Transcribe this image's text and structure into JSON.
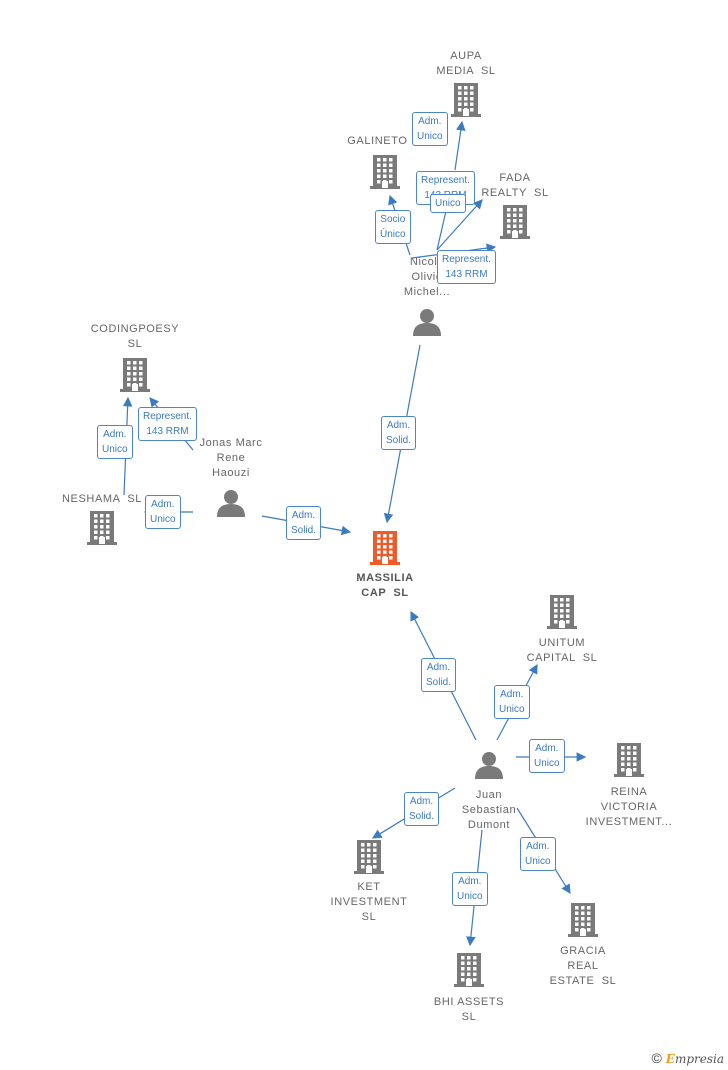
{
  "colors": {
    "edge": "#3b7bbf",
    "building": "#7a7a7a",
    "building_main": "#f05a28",
    "person": "#7a7a7a"
  },
  "nodes": [
    {
      "id": "massilia",
      "type": "building",
      "main": true,
      "label": "MASSILIA\nCAP  SL"
    },
    {
      "id": "aupa",
      "type": "building",
      "label": "AUPA\nMEDIA  SL"
    },
    {
      "id": "galineto",
      "type": "building",
      "label": "GALINETO  S"
    },
    {
      "id": "fada",
      "type": "building",
      "label": "FADA\nREALTY  SL"
    },
    {
      "id": "nicolas",
      "type": "person",
      "label": "Nicola\nOlivie\nMichel..."
    },
    {
      "id": "codingpoesy",
      "type": "building",
      "label": "CODINGPOESY\nSL"
    },
    {
      "id": "neshama",
      "type": "building",
      "label": "NESHAMA  SL"
    },
    {
      "id": "jonas",
      "type": "person",
      "label": "Jonas Marc\nRene\nHaouzi"
    },
    {
      "id": "unitum",
      "type": "building",
      "label": "UNITUM\nCAPITAL  SL"
    },
    {
      "id": "reina",
      "type": "building",
      "label": "REINA\nVICTORIA\nINVESTMENT..."
    },
    {
      "id": "juan",
      "type": "person",
      "label": "Juan\nSebastian\nDumont"
    },
    {
      "id": "ket",
      "type": "building",
      "label": "KET\nINVESTMENT\nSL"
    },
    {
      "id": "bhi",
      "type": "building",
      "label": "BHI ASSETS\nSL"
    },
    {
      "id": "gracia",
      "type": "building",
      "label": "GRACIA\nREAL\nESTATE  SL"
    }
  ],
  "roles": [
    {
      "id": "r1",
      "text": "Adm.\nUnico"
    },
    {
      "id": "r2",
      "text": "Represent.\n143 RRM"
    },
    {
      "id": "r3",
      "text": "Unico"
    },
    {
      "id": "r4",
      "text": "Socio\nÚnico"
    },
    {
      "id": "r5",
      "text": "Represent.\n143 RRM"
    },
    {
      "id": "r6",
      "text": "Adm.\nSolid."
    },
    {
      "id": "r7",
      "text": "Represent.\n143 RRM"
    },
    {
      "id": "r8",
      "text": "Adm.\nUnico"
    },
    {
      "id": "r9",
      "text": "Adm.\nUnico"
    },
    {
      "id": "r10",
      "text": "Adm.\nSolid."
    },
    {
      "id": "r11",
      "text": "Adm.\nSolid."
    },
    {
      "id": "r12",
      "text": "Adm.\nUnico"
    },
    {
      "id": "r13",
      "text": "Adm.\nUnico"
    },
    {
      "id": "r14",
      "text": "Adm.\nSolid."
    },
    {
      "id": "r15",
      "text": "Adm.\nUnico"
    },
    {
      "id": "r16",
      "text": "Adm.\nUnico"
    }
  ],
  "footer": {
    "copyright": "©",
    "brand_e": "E",
    "brand_rest": "mpresia"
  }
}
